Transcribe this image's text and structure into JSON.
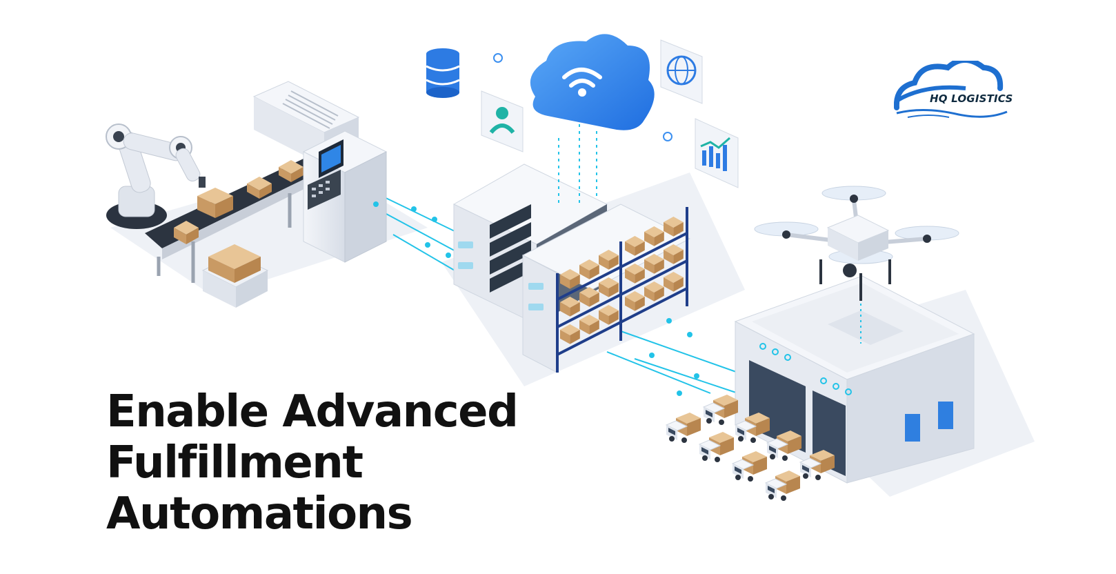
{
  "headline": {
    "line1": "Enable Advanced",
    "line2": "Fulfillment",
    "line3": "Automations"
  },
  "brand": {
    "name": "HQ LOGISTICS"
  },
  "colors": {
    "accent_blue": "#2f7fe0",
    "cloud_blue": "#3b8ff0",
    "cyan_link": "#22c3e8",
    "panel_gray": "#e8ecf3",
    "box_tan": "#d6ad7a",
    "text": "#111111"
  },
  "icons": [
    "database-icon",
    "cloud-wifi-icon",
    "user-icon",
    "globe-icon",
    "chart-icon",
    "robot-arm-icon",
    "drone-icon",
    "truck-icon"
  ]
}
